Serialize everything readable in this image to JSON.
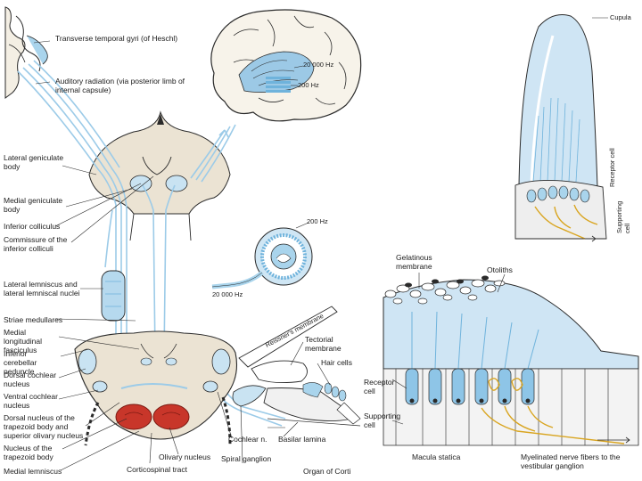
{
  "labels": {
    "transverse_temporal_gyri": "Transverse temporal gyri (of Heschl)",
    "auditory_radiation": "Auditory radiation (via posterior limb of internal capsule)",
    "lateral_geniculate_body": "Lateral geniculate body",
    "medial_geniculate_body": "Medial geniculate body",
    "inferior_colliculus": "Inferior colliculus",
    "commissure_inferior_colliculi": "Commissure of the inferior colliculi",
    "lateral_lemniscus": "Lateral lemniscus and lateral lemniscal nuclei",
    "striae_medullares": "Striae medullares",
    "medial_longitudinal_fasciculus": "Medial longitudinal fasciculus",
    "inferior_cerebellar_peduncle": "Inferior cerebellar peduncle",
    "dorsal_cochlear_nucleus": "Dorsal cochlear nucleus",
    "ventral_cochlear_nucleus": "Ventral cochlear nucleus",
    "dorsal_nucleus_trapezoid": "Dorsal nucleus of the trapezoid body and superior olivary nucleus",
    "nucleus_trapezoid": "Nucleus of the trapezoid body",
    "medial_lemniscus": "Medial lemniscus",
    "olivary_nucleus": "Olivary nucleus",
    "corticospinal_tract": "Corticospinal tract",
    "cochlear_nerve": "Cochlear n.",
    "spiral_ganglion": "Spiral ganglion",
    "organ_of_corti": "Organ of Corti",
    "basilar_lamina": "Basilar lamina",
    "tectorial_membrane": "Tectorial membrane",
    "hair_cells": "Hair cells",
    "reissners_membrane": "Reissner's membrane",
    "freq_20000_brain": "20 000 Hz",
    "freq_200_brain": "200 Hz",
    "freq_200_cochlea": "200 Hz",
    "freq_20000_cochlea": "20 000 Hz",
    "cupula": "Cupula",
    "receptor_cell_vertical": "Receptor cell",
    "supporting_cell_vertical": "Supporting cell",
    "gelatinous_membrane": "Gelatinous membrane",
    "otoliths": "Otoliths",
    "receptor_cell": "Receptor cell",
    "supporting_cell": "Supporting cell",
    "macula_statica": "Macula statica",
    "myelinated_nerve_fibers": "Myelinated nerve fibers to the vestibular ganglion"
  },
  "colors": {
    "pathway_blue": "#a9d4ec",
    "pathway_blue_dark": "#6fb3dc",
    "tissue_beige": "#ebe3d3",
    "nucleus_red": "#c8362a",
    "nerve_yellow": "#d9a520",
    "outline": "#2a2a2a"
  }
}
